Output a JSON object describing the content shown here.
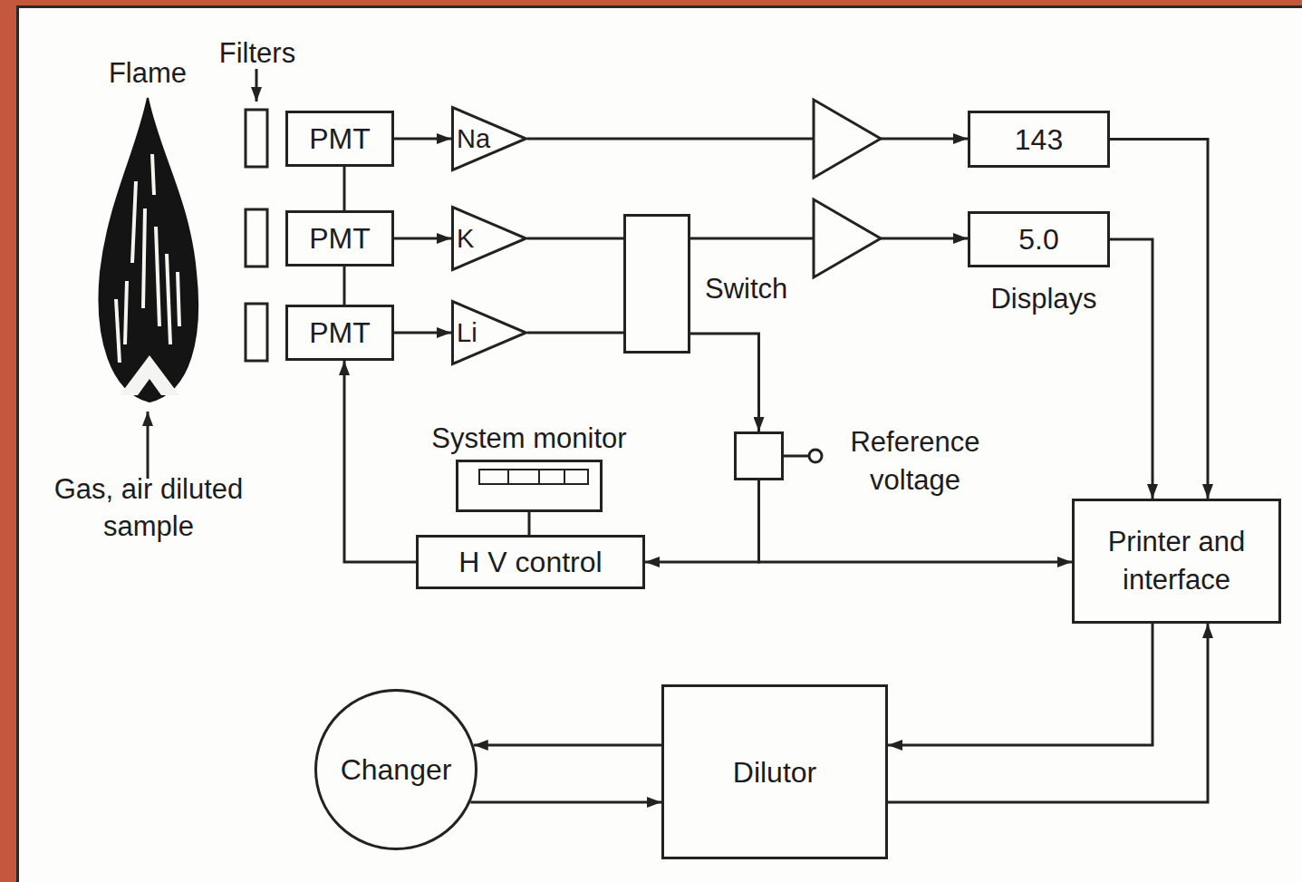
{
  "diagram": {
    "nodes": [
      {
        "text": [
          "PMT"
        ]
      },
      {
        "text": [
          "PMT"
        ]
      },
      {
        "text": [
          "PMT"
        ]
      },
      {
        "text": [
          "Na"
        ]
      },
      {
        "text": [
          "K"
        ]
      },
      {
        "text": [
          "Li"
        ]
      },
      {
        "text": [
          "143"
        ]
      },
      {
        "text": [
          "5.0"
        ]
      },
      {
        "text": [
          "Switch"
        ]
      },
      {
        "text": [
          "System monitor"
        ]
      },
      {
        "text": [
          "Reference voltage"
        ]
      },
      {
        "text": [
          "H V control"
        ]
      },
      {
        "text": [
          "Printer and interface"
        ]
      },
      {
        "text": [
          "Changer"
        ]
      },
      {
        "text": [
          "Dilutor"
        ]
      }
    ],
    "edges": [
      {
        "from": 0,
        "to": 3,
        "arrow": "to"
      },
      {
        "from": 1,
        "to": 4,
        "arrow": "to"
      },
      {
        "from": 2,
        "to": 5,
        "arrow": "to"
      },
      {
        "from": 3,
        "to": 6,
        "arrow": "to"
      },
      {
        "from": 4,
        "to": 8,
        "arrow": "none"
      },
      {
        "from": 5,
        "to": 8,
        "arrow": "none"
      },
      {
        "from": 8,
        "to": 7,
        "arrow": "to"
      },
      {
        "from": 8,
        "to": 10,
        "arrow": "to"
      },
      {
        "from": 10,
        "to": 11,
        "arrow": "to"
      },
      {
        "from": 10,
        "to": 12,
        "arrow": "to"
      },
      {
        "from": 11,
        "to": 2,
        "arrow": "to"
      },
      {
        "from": 2,
        "to": 1,
        "arrow": "none"
      },
      {
        "from": 1,
        "to": 0,
        "arrow": "none"
      },
      {
        "from": 6,
        "to": 12,
        "arrow": "to"
      },
      {
        "from": 7,
        "to": 12,
        "arrow": "to"
      },
      {
        "from": 12,
        "to": 14,
        "arrow": "to"
      },
      {
        "from": 14,
        "to": 12,
        "arrow": "to"
      },
      {
        "from": 14,
        "to": 13,
        "arrow": "to"
      },
      {
        "from": 13,
        "to": 14,
        "arrow": "to"
      },
      {
        "from": 9,
        "to": 11,
        "arrow": "none"
      }
    ],
    "labels": [
      "Flame",
      "Filters",
      "Displays",
      "Gas, air diluted sample"
    ]
  }
}
